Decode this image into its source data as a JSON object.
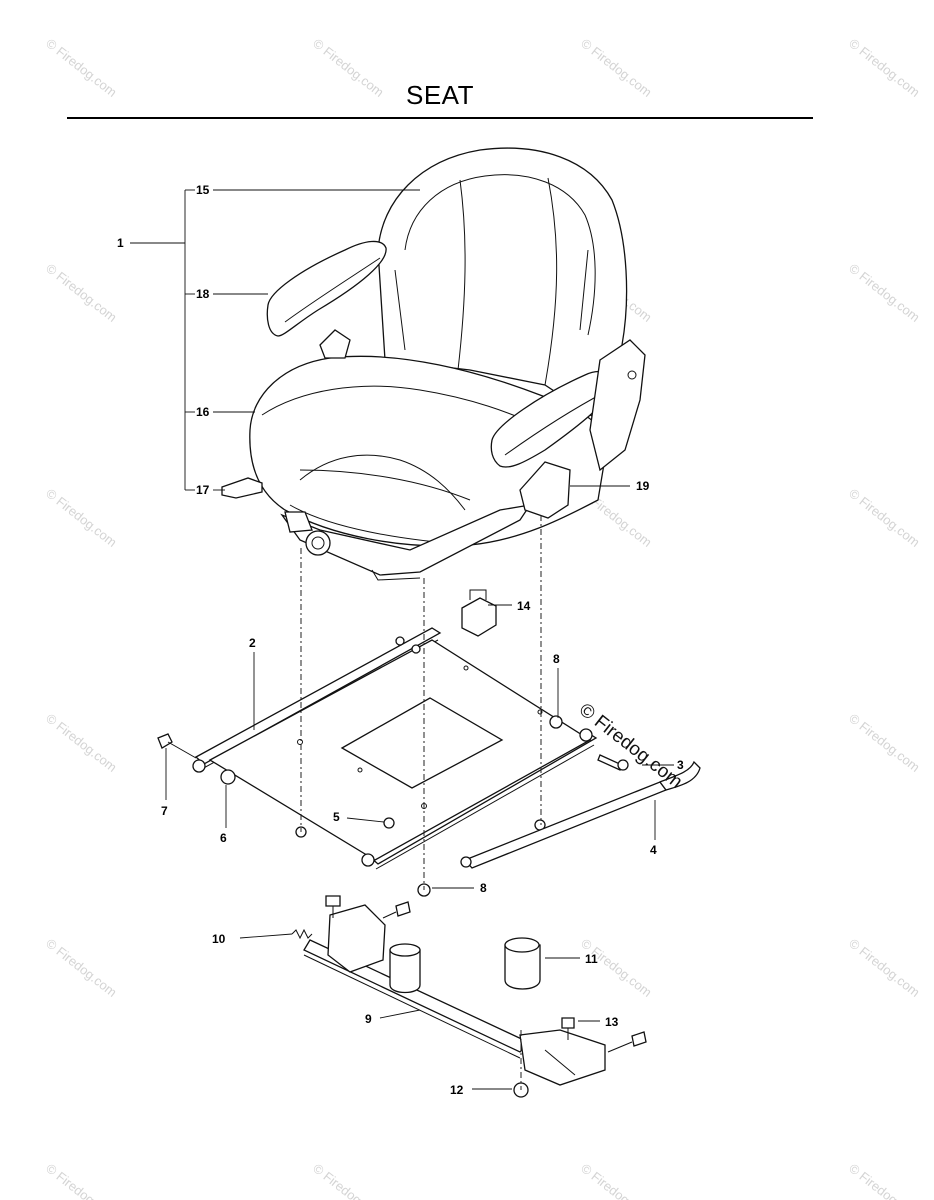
{
  "title": "SEAT",
  "watermark": "© Firedog.com",
  "callouts": [
    "1",
    "2",
    "3",
    "4",
    "5",
    "6",
    "7",
    "8",
    "8",
    "9",
    "10",
    "11",
    "12",
    "13",
    "14",
    "15",
    "16",
    "17",
    "18",
    "19"
  ],
  "colors": {
    "ink": "#000000",
    "watermark": "#d4d4d4"
  }
}
